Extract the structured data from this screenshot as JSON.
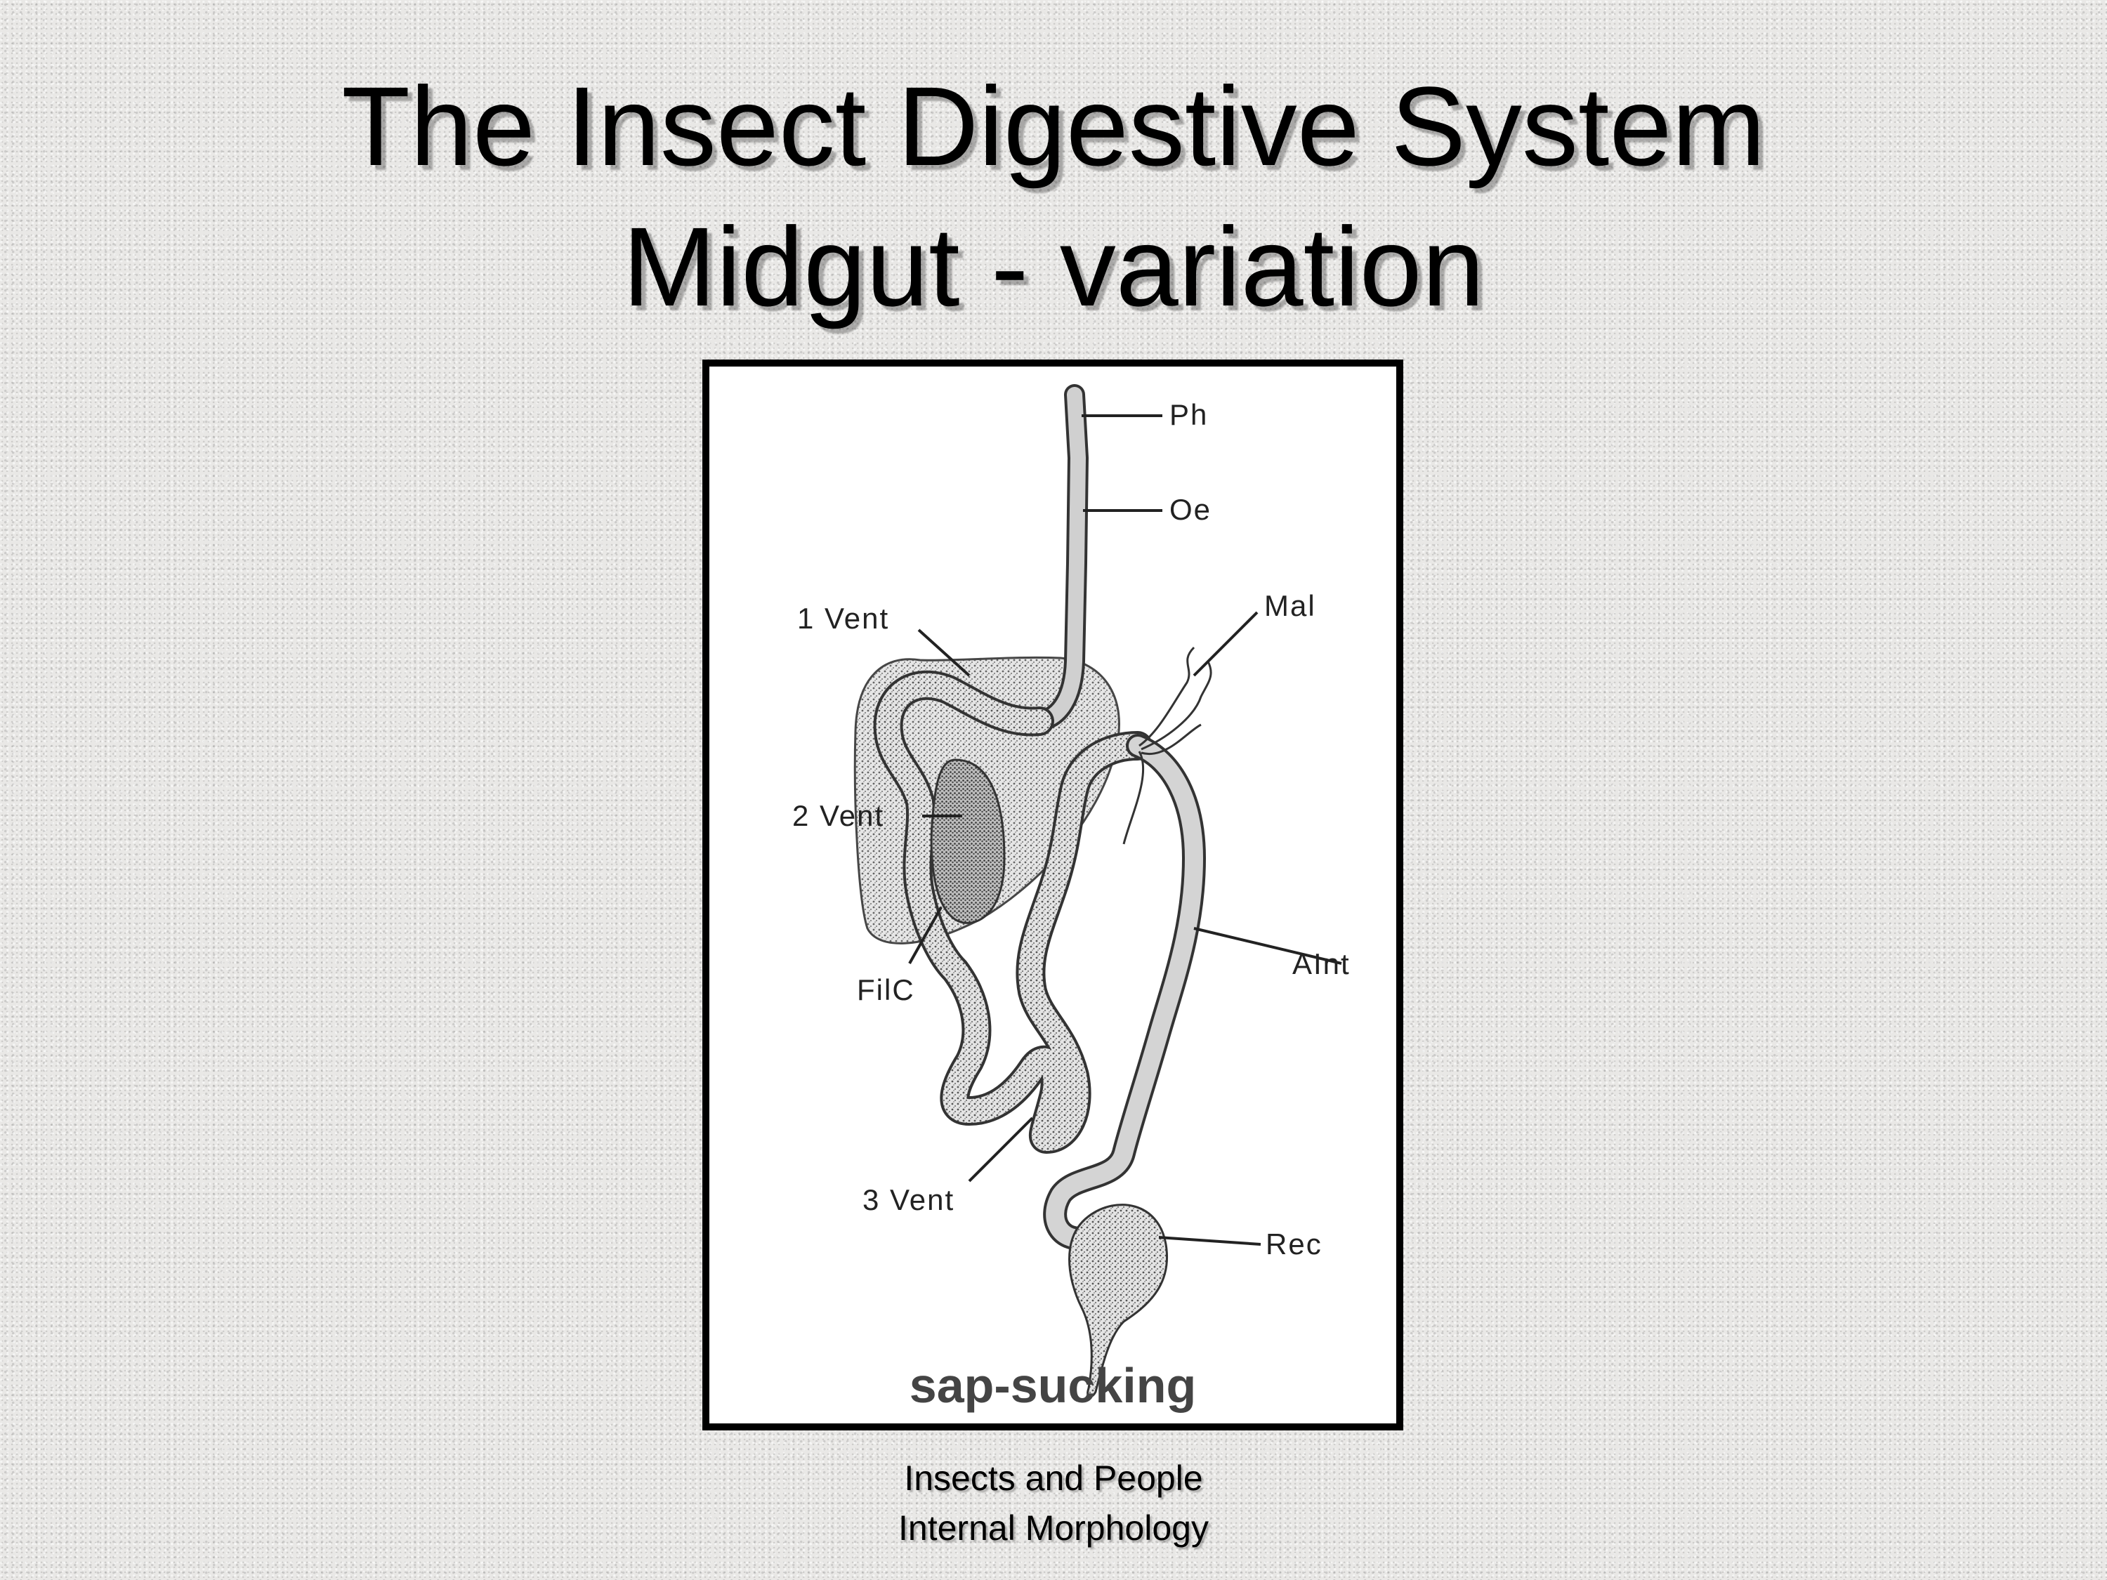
{
  "slide": {
    "title_line1": "The Insect Digestive System",
    "title_line2": "Midgut - variation",
    "footer_line1": "Insects and People",
    "footer_line2": "Internal Morphology"
  },
  "figure": {
    "caption": "sap-sucking",
    "labels": {
      "ph": "Ph",
      "oe": "Oe",
      "vent1": "1 Vent",
      "mal": "Mal",
      "vent2": "2 Vent",
      "filc": "FilC",
      "aint": "AInt",
      "vent3": "3 Vent",
      "rec": "Rec"
    }
  },
  "colors": {
    "background": "#e9e8e6",
    "frame": "#000000",
    "tube_fill": "#d6d6d6",
    "tube_stroke": "#333333"
  }
}
